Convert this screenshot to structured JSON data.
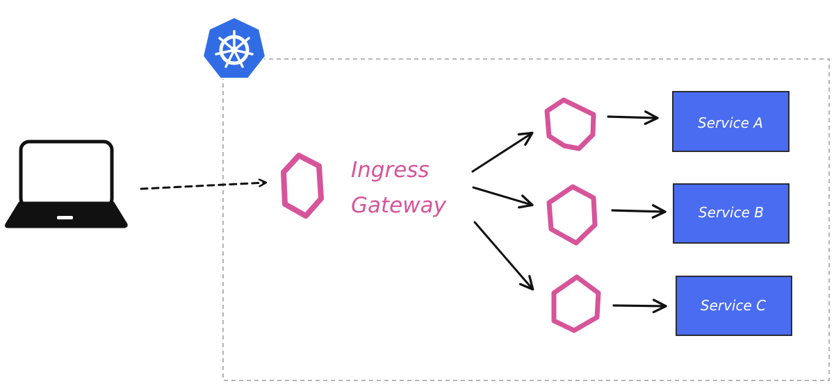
{
  "gateway": {
    "label_line1": "Ingress",
    "label_line2": "Gateway"
  },
  "services": [
    {
      "label": "Service A"
    },
    {
      "label": "Service B"
    },
    {
      "label": "Service C"
    }
  ],
  "icons": {
    "cluster": "kubernetes-logo-icon",
    "client": "laptop-icon",
    "proxy": "hexagon-icon"
  },
  "colors": {
    "proxy_pink": "#d6549a",
    "service_blue": "#4a6cf0",
    "service_border": "#1e1e1e",
    "k8s_blue": "#326ce5",
    "cluster_border": "#8a8a8a",
    "arrow": "#111111"
  }
}
